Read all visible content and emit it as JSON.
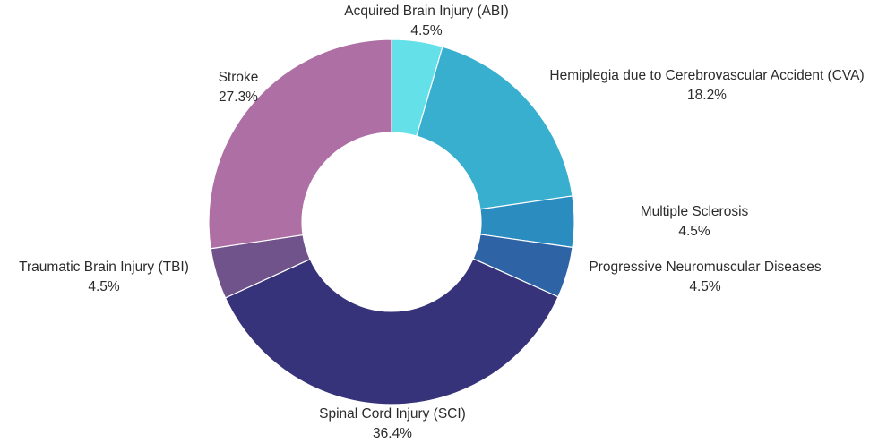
{
  "chart_data": {
    "type": "pie",
    "variant": "donut",
    "title": "",
    "subtitle": "",
    "xlabel": "",
    "ylabel": "",
    "legend_position": "none",
    "grid": false,
    "label_format": "name + percent",
    "start_angle_deg": 0,
    "direction": "clockwise",
    "hole_fraction": 0.49,
    "categories": [
      "Acquired Brain Injury (ABI)",
      "Hemiplegia due to Cerebrovascular Accident (CVA)",
      "Multiple Sclerosis",
      "Progressive Neuromuscular Diseases",
      "Spinal Cord Injury (SCI)",
      "Traumatic Brain Injury (TBI)",
      "Stroke"
    ],
    "values": [
      4.5,
      18.2,
      4.5,
      4.5,
      36.4,
      4.5,
      27.3
    ],
    "value_labels": [
      "4.5%",
      "18.2%",
      "4.5%",
      "4.5%",
      "36.4%",
      "4.5%",
      "27.3%"
    ],
    "colors": [
      "#63e0e8",
      "#38afcf",
      "#2b8cc0",
      "#2e63a6",
      "#36337a",
      "#71538c",
      "#ae6fa4"
    ],
    "slices": [
      {
        "label": "Acquired Brain Injury (ABI)",
        "percent": "4.5%",
        "value": 4.5,
        "color": "#63e0e8"
      },
      {
        "label": "Hemiplegia due to Cerebrovascular Accident (CVA)",
        "percent": "18.2%",
        "value": 18.2,
        "color": "#38afcf"
      },
      {
        "label": "Multiple Sclerosis",
        "percent": "4.5%",
        "value": 4.5,
        "color": "#2b8cc0"
      },
      {
        "label": "Progressive Neuromuscular Diseases",
        "percent": "4.5%",
        "value": 4.5,
        "color": "#2e63a6"
      },
      {
        "label": "Spinal Cord Injury (SCI)",
        "percent": "36.4%",
        "value": 36.4,
        "color": "#36337a"
      },
      {
        "label": "Traumatic Brain Injury (TBI)",
        "percent": "4.5%",
        "value": 4.5,
        "color": "#71538c"
      },
      {
        "label": "Stroke",
        "percent": "27.3%",
        "value": 27.3,
        "color": "#ae6fa4"
      }
    ]
  },
  "labels": {
    "abi": {
      "name": "Acquired Brain Injury (ABI)",
      "percent": "4.5%"
    },
    "cva": {
      "name": "Hemiplegia due to Cerebrovascular Accident (CVA)",
      "percent": "18.2%"
    },
    "ms": {
      "name": "Multiple Sclerosis",
      "percent": "4.5%"
    },
    "pnd": {
      "name": "Progressive Neuromuscular Diseases",
      "percent": "4.5%"
    },
    "sci": {
      "name": "Spinal Cord Injury (SCI)",
      "percent": "36.4%"
    },
    "tbi": {
      "name": "Traumatic Brain Injury (TBI)",
      "percent": "4.5%"
    },
    "stroke": {
      "name": "Stroke",
      "percent": "27.3%"
    }
  }
}
